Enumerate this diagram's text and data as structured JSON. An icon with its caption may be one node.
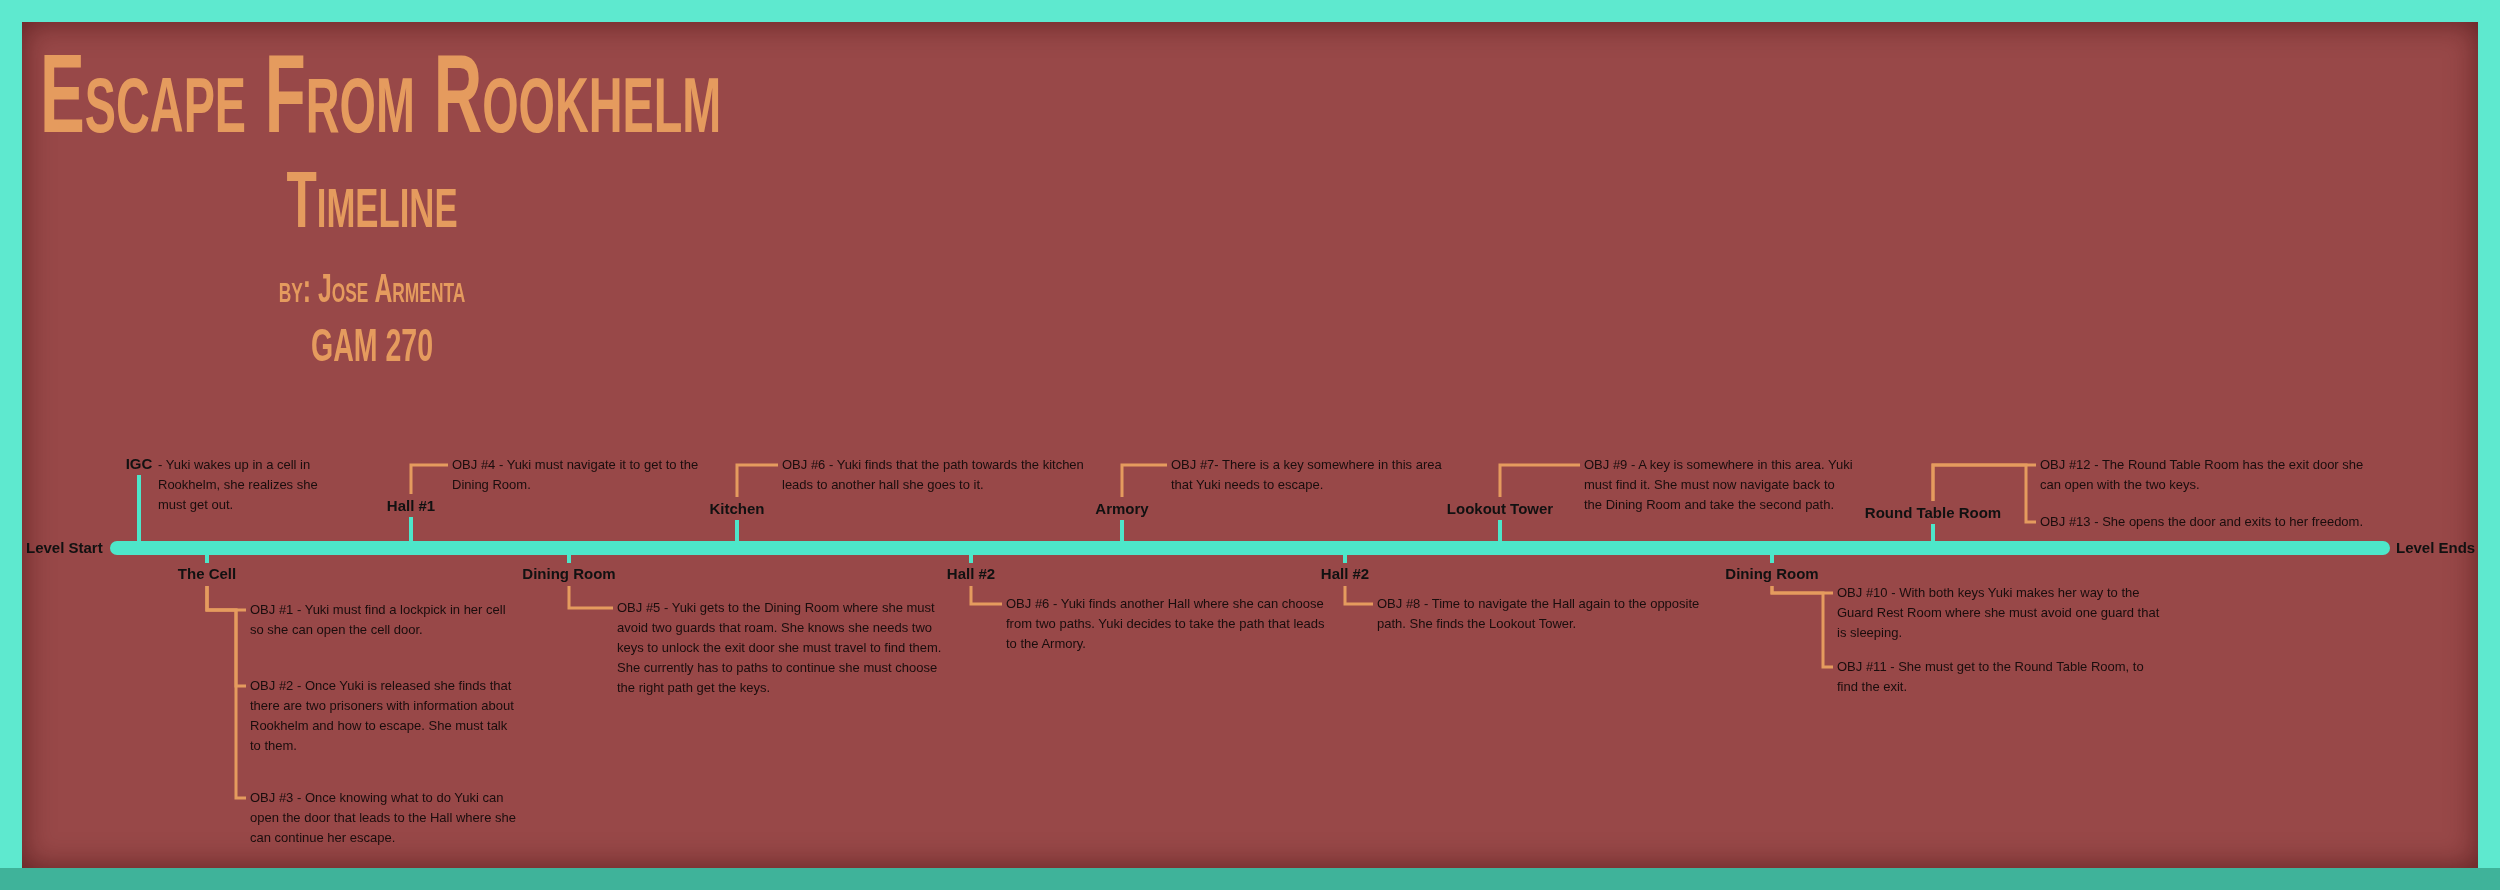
{
  "diagram": {
    "title": "Escape From Rookhelm",
    "nodes": [
      {
        "text": [],
        "shape": "bar"
      },
      {
        "text": [
          "IGC"
        ],
        "beside": [
          "- Yuki wakes up in a cell in Rookhelm, she realizes she must get out."
        ]
      },
      {
        "text": [
          "The Cell"
        ]
      },
      {
        "text": [
          "OBJ #1 - Yuki must find a lockpick in her cell so she can open the cell door."
        ]
      },
      {
        "text": [
          "OBJ #2 - Once Yuki is released she finds that there are two prisoners with information about Rookhelm and how to escape. She must talk to them."
        ]
      },
      {
        "text": [
          "OBJ #3 - Once knowing what to do Yuki can open the door that leads to the Hall where she can continue her escape."
        ]
      },
      {
        "text": [
          "Hall #1"
        ]
      },
      {
        "text": [
          "OBJ #4 - Yuki must navigate it to get to the Dining Room."
        ]
      },
      {
        "text": [
          "Dining Room"
        ]
      },
      {
        "text": [
          "OBJ #5 - Yuki gets to the Dining Room where she must avoid two guards that roam. She knows she needs two keys to unlock the exit door she must travel to find them. She currently has to paths to continue she must choose the right path get the keys."
        ]
      },
      {
        "text": [
          "Kitchen"
        ]
      },
      {
        "text": [
          "OBJ #6 - Yuki finds that the path towards the kitchen leads to another hall she goes to it."
        ]
      },
      {
        "text": [
          "Hall #2"
        ]
      },
      {
        "text": [
          "OBJ #6 - Yuki finds another Hall where she can choose from two paths. Yuki decides to take the path that leads to the Armory."
        ]
      },
      {
        "text": [
          "Armory"
        ]
      },
      {
        "text": [
          "OBJ #7- There is a key somewhere in this area that Yuki needs to escape."
        ]
      },
      {
        "text": [
          "Hall #2"
        ]
      },
      {
        "text": [
          "OBJ #8 - Time to navigate the Hall again to the opposite path. She finds the Lookout Tower."
        ]
      },
      {
        "text": [
          "Lookout Tower"
        ]
      },
      {
        "text": [
          "OBJ #9 - A key is somewhere in this area. Yuki must find it. She must now navigate back to the Dining Room and take the second path."
        ]
      },
      {
        "text": [
          "Dining Room"
        ]
      },
      {
        "text": [
          "OBJ #10 - With both keys Yuki makes her way to the Guard Rest Room where she must avoid one guard that is sleeping."
        ]
      },
      {
        "text": [
          "OBJ #11 - She must get to the Round Table Room, to find the exit."
        ]
      },
      {
        "text": [
          "Round Table Room"
        ]
      },
      {
        "text": [
          "OBJ #12 - The Round Table Room has the exit door she can open with the two keys."
        ]
      },
      {
        "text": [
          "OBJ #13 - She opens the door and exits to her freedom."
        ]
      }
    ],
    "edges": [
      {
        "from": 1,
        "to": 0,
        "arrow": "none",
        "color": "#4de6c9"
      },
      {
        "from": 2,
        "to": 0,
        "arrow": "none",
        "color": "#4de6c9"
      },
      {
        "from": 2,
        "to": 3,
        "arrow": "none"
      },
      {
        "from": 2,
        "to": 4,
        "arrow": "none"
      },
      {
        "from": 2,
        "to": 5,
        "arrow": "none"
      },
      {
        "from": 6,
        "to": 0,
        "arrow": "none",
        "color": "#4de6c9"
      },
      {
        "from": 6,
        "to": 7,
        "arrow": "none"
      },
      {
        "from": 8,
        "to": 0,
        "arrow": "none",
        "color": "#4de6c9"
      },
      {
        "from": 8,
        "to": 9,
        "arrow": "none"
      },
      {
        "from": 10,
        "to": 0,
        "arrow": "none",
        "color": "#4de6c9"
      },
      {
        "from": 10,
        "to": 11,
        "arrow": "none"
      },
      {
        "from": 12,
        "to": 0,
        "arrow": "none",
        "color": "#4de6c9"
      },
      {
        "from": 12,
        "to": 13,
        "arrow": "none"
      },
      {
        "from": 14,
        "to": 0,
        "arrow": "none",
        "color": "#4de6c9"
      },
      {
        "from": 14,
        "to": 15,
        "arrow": "none"
      },
      {
        "from": 16,
        "to": 0,
        "arrow": "none",
        "color": "#4de6c9"
      },
      {
        "from": 16,
        "to": 17,
        "arrow": "none"
      },
      {
        "from": 18,
        "to": 0,
        "arrow": "none",
        "color": "#4de6c9"
      },
      {
        "from": 18,
        "to": 19,
        "arrow": "none"
      },
      {
        "from": 20,
        "to": 0,
        "arrow": "none",
        "color": "#4de6c9"
      },
      {
        "from": 20,
        "to": 21,
        "arrow": "none"
      },
      {
        "from": 20,
        "to": 22,
        "arrow": "none"
      },
      {
        "from": 23,
        "to": 0,
        "arrow": "none",
        "color": "#4de6c9"
      },
      {
        "from": 23,
        "to": 24,
        "arrow": "none"
      },
      {
        "from": 23,
        "to": 25,
        "arrow": "none"
      }
    ],
    "labels": [
      "Timeline",
      "by: Jose Armenta",
      "GAM 270",
      "Level Start",
      "Level Ends"
    ]
  }
}
